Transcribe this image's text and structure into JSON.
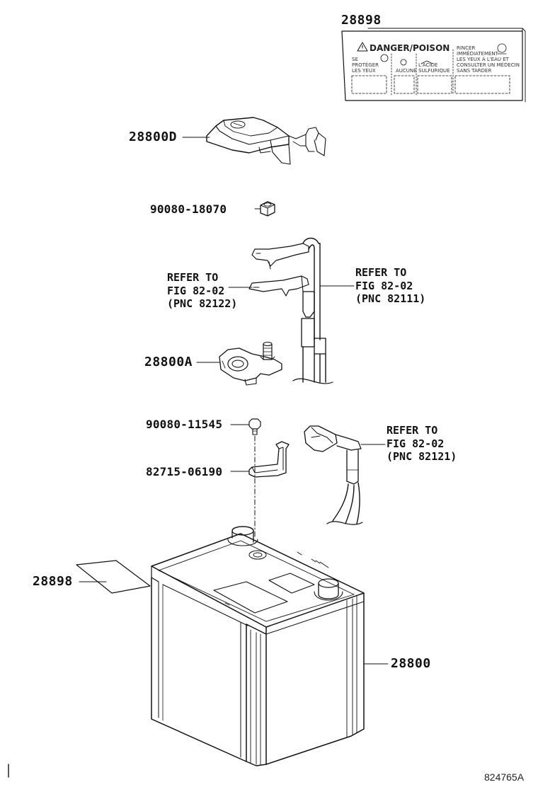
{
  "labels": {
    "warning_label_top": "28898",
    "warning_label_side": "28898",
    "terminal_cover": "28800D",
    "nut": "90080-18070",
    "terminal_clamp": "28800A",
    "bolt": "90080-11545",
    "clamp": "82715-06190",
    "battery": "28800"
  },
  "refs": {
    "ref_a": {
      "line1": "REFER TO",
      "line2": "FIG 82-02",
      "line3": "(PNC 82122)"
    },
    "ref_b": {
      "line1": "REFER TO",
      "line2": "FIG 82-02",
      "line3": "(PNC 82111)"
    },
    "ref_c": {
      "line1": "REFER TO",
      "line2": "FIG 82-02",
      "line3": "(PNC 82121)"
    }
  },
  "warning_label_text": {
    "title": "DANGER/POISON",
    "col1": [
      "SE",
      "PROTÉGER",
      "LES YEUX"
    ],
    "col2": [
      "AUCUNE"
    ],
    "col3": [
      "L'ACIDE",
      "SULFURIQUE"
    ],
    "col4": [
      "RINCER",
      "IMMÉDIATEMENT",
      "LES YEUX À L'EAU ET",
      "CONSULTER UN MÉDECIN",
      "SANS TARDER"
    ]
  },
  "figure_number": "824765A"
}
